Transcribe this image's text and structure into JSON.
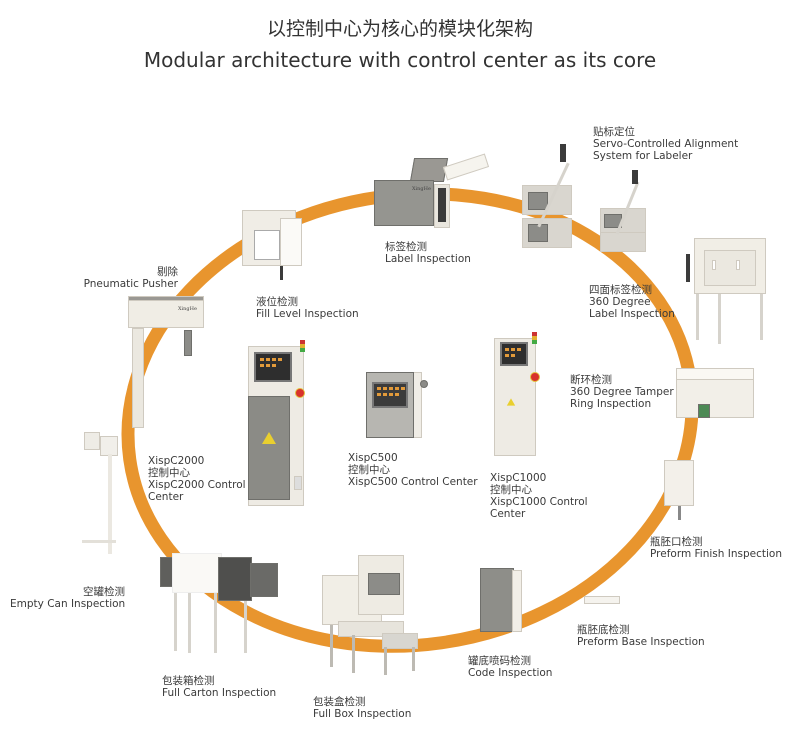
{
  "title": {
    "cn": "以控制中心为核心的模块化架构",
    "en": "Modular architecture with control center as its core"
  },
  "colors": {
    "ring": "#e8952e",
    "text": "#3a3a3a",
    "machine_body": "#efece4",
    "machine_grey": "#8c8c88"
  },
  "brand_mark": "XingHe",
  "modules": [
    {
      "id": "servo-alignment",
      "cn": "贴标定位",
      "en": [
        "Servo-Controlled Alignment",
        "System for Labeler"
      ]
    },
    {
      "id": "label-360",
      "cn": "四面标签检测",
      "en": [
        "360 Degree",
        "Label Inspection"
      ]
    },
    {
      "id": "tamper-ring",
      "cn": "断环检测",
      "en": [
        "360 Degree Tamper",
        "Ring Inspection"
      ]
    },
    {
      "id": "preform-finish",
      "cn": "瓶胚口检测",
      "en": [
        "Preform Finish Inspection"
      ]
    },
    {
      "id": "preform-base",
      "cn": "瓶胚底检测",
      "en": [
        "Preform Base Inspection"
      ]
    },
    {
      "id": "code",
      "cn": "罐底喷码检测",
      "en": [
        "Code Inspection"
      ]
    },
    {
      "id": "full-box",
      "cn": "包装盒检测",
      "en": [
        "Full Box Inspection"
      ]
    },
    {
      "id": "full-carton",
      "cn": "包装箱检测",
      "en": [
        "Full Carton Inspection"
      ]
    },
    {
      "id": "empty-can",
      "cn": "空罐检测",
      "en": [
        "Empty Can Inspection"
      ]
    },
    {
      "id": "pneumatic-pusher",
      "cn": "剔除",
      "en": [
        "Pneumatic Pusher"
      ]
    },
    {
      "id": "fill-level",
      "cn": "液位检测",
      "en": [
        "Fill Level Inspection"
      ]
    },
    {
      "id": "label",
      "cn": "标签检测",
      "en": [
        "Label Inspection"
      ]
    }
  ],
  "control_centers": [
    {
      "id": "xispc2000",
      "model": "XispC2000",
      "cn": "控制中心",
      "en": [
        "XispC2000 Control",
        "Center"
      ]
    },
    {
      "id": "xispc500",
      "model": "XispC500",
      "cn": "控制中心",
      "en": [
        "XispC500 Control Center"
      ]
    },
    {
      "id": "xispc1000",
      "model": "XispC1000",
      "cn": "控制中心",
      "en": [
        "XispC1000 Control",
        "Center"
      ]
    }
  ]
}
